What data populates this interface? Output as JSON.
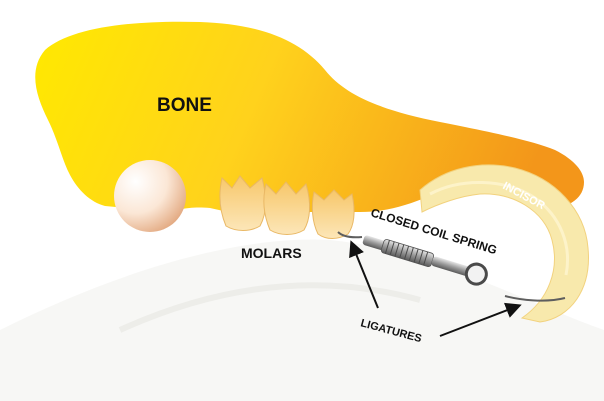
{
  "labels": {
    "bone": "BONE",
    "molars": "MOLARS",
    "closed_coil_spring": "CLOSED COIL SPRING",
    "incisor": "INCISOR",
    "ligatures": "LIGATURES"
  },
  "colors": {
    "bone_light": "#FFE400",
    "bone_dark": "#F39A16",
    "incisor": "#F7E7A6",
    "tooth": "#F7D08A",
    "arrow": "#111111",
    "spring_wire": "#6B6B6B"
  }
}
